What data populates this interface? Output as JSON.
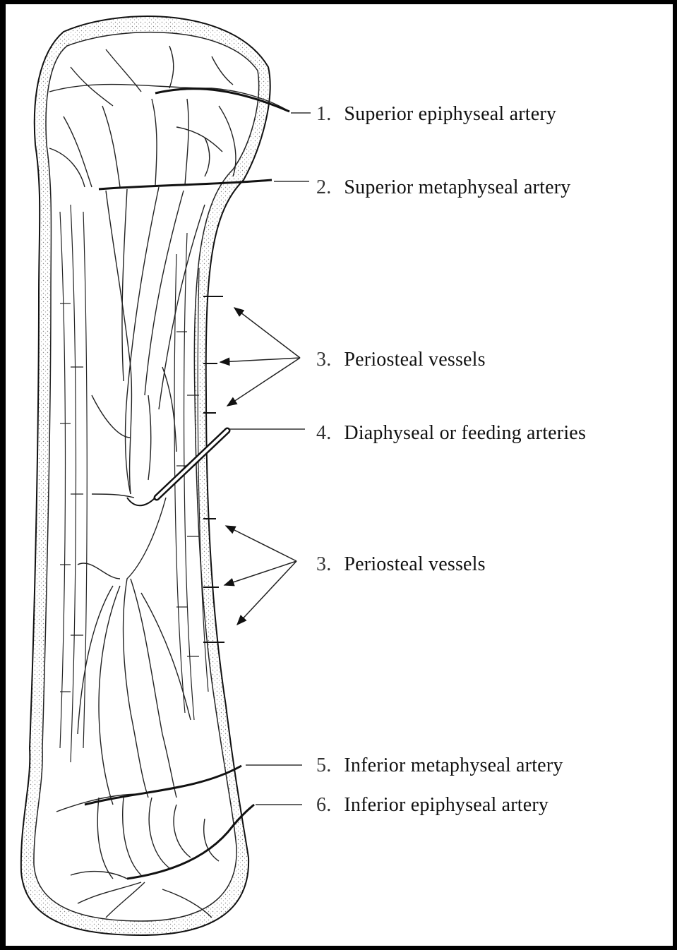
{
  "labels": [
    {
      "num": "1.",
      "text": "Superior epiphyseal artery"
    },
    {
      "num": "2.",
      "text": "Superior metaphyseal artery"
    },
    {
      "num": "3.",
      "text": "Periosteal vessels"
    },
    {
      "num": "4.",
      "text": "Diaphyseal or feeding arteries"
    },
    {
      "num": "3.",
      "text": "Periosteal vessels"
    },
    {
      "num": "5.",
      "text": "Inferior metaphyseal artery"
    },
    {
      "num": "6.",
      "text": "Inferior epiphyseal artery"
    }
  ],
  "colors": {
    "background": "#000000",
    "paper": "#ffffff",
    "ink": "#111111",
    "stipple": "#9a9a9a"
  }
}
